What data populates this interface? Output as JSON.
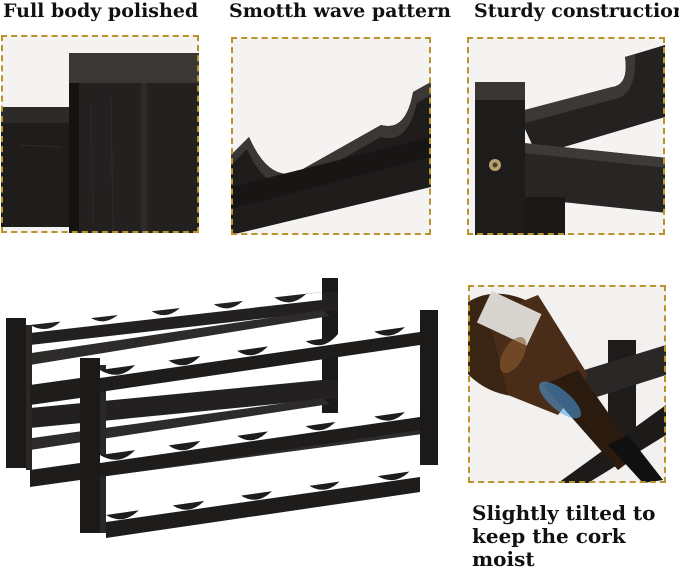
{
  "captions": {
    "polished": "Full body polished",
    "wave": "Smotth wave pattern",
    "sturdy": "Sturdy construction",
    "tilted_line1": "Slightly tilted to",
    "tilted_line2": "keep the cork moist"
  },
  "colors": {
    "frame": "#b8942a",
    "wood": "#1f1d1c",
    "background": "#ffffff"
  },
  "icons": {
    "panel1": "wood-corner-closeup",
    "panel2": "wave-rail-closeup",
    "panel3": "joint-screw-closeup",
    "panel4": "wine-bottle-tilted",
    "main": "wine-rack-product"
  }
}
